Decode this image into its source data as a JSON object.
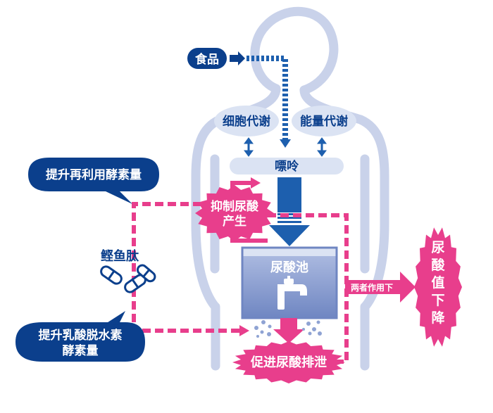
{
  "labels": {
    "food": "食品",
    "cell_metabolism": "细胞代谢",
    "energy_metabolism": "能量代谢",
    "purine": "嘌呤",
    "inhibit_line1": "抑制尿酸",
    "inhibit_line2": "产生",
    "uric_pool": "尿酸池",
    "promote_excretion": "促进尿酸排泄",
    "both_act": "两者作用下",
    "uric_down_chars": [
      "尿",
      "酸",
      "值",
      "下",
      "降"
    ],
    "reuse_enzyme": "提升再利用酵素量",
    "peptide": "鲣鱼肽",
    "lactate_line1": "提升乳酸脱水素",
    "lactate_line2": "酵素量"
  },
  "colors": {
    "navy": "#0b3f8c",
    "blue_arrow": "#1d5fae",
    "pink": "#e83e8c",
    "body_outline": "#c9d2ea",
    "light_fill": "#dbe3f3",
    "pool_fill": "#7f93c9"
  },
  "icons": {
    "food_arrow": "right-arrow-icon",
    "tap": "faucet-icon",
    "capsules": "capsule-icon"
  }
}
